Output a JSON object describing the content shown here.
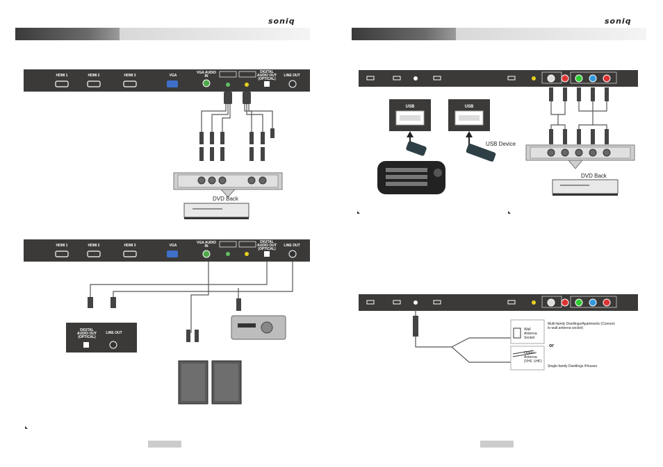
{
  "brand": "soniq",
  "left_panel_top": {
    "ports": [
      "HDMI 1",
      "HDMI 2",
      "HDMI 3",
      "VGA",
      "VGA AUDIO IN",
      "DIGITAL AUDIO OUT (OPTICAL)",
      "LINE OUT"
    ]
  },
  "left_panel_bottom": {
    "ports": [
      "HDMI 1",
      "HDMI 2",
      "HDMI 3",
      "VGA",
      "VGA AUDIO IN",
      "DIGITAL AUDIO OUT (OPTICAL)",
      "LINE OUT"
    ]
  },
  "dvd_back_label_1": "DVD Back",
  "dvd_back_label_2": "DVD Back",
  "audio_box": {
    "digital": "DIGITAL AUDIO OUT (OPTICAL)",
    "line_out": "LINE OUT"
  },
  "usb_label_1": "USB",
  "usb_label_2": "USB",
  "usb_device_label": "USB Device",
  "antenna": {
    "multi_family": "Multi-family Dwellings/Apartments (Connect to wall antenna socket)",
    "wall_socket": "Wall Antenna Socket",
    "or": "or",
    "outdoor": "Outdoor Antenna (VHF, UHF)",
    "single_family": "Single-family Dwellings /Houses"
  }
}
